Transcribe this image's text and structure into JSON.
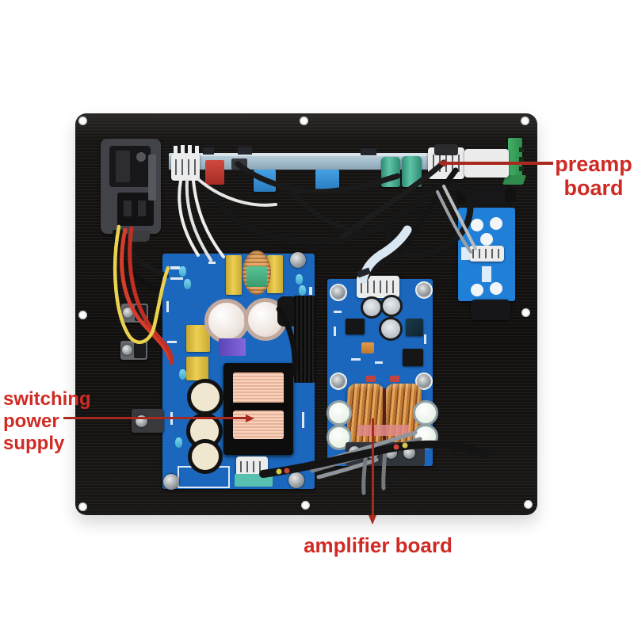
{
  "annotations": {
    "preamp": {
      "label": "preamp board"
    },
    "power_supply": {
      "label": "switching power supply"
    },
    "amplifier": {
      "label": "amplifier board"
    }
  },
  "colors": {
    "accent_red": "#cf2b24",
    "annotation_line": "#a8291f",
    "panel_black": "#161412",
    "pcb_blue": "#1a67bd",
    "pcb_blue_bright": "#2080d8",
    "copper": "#d79a52",
    "background": "#ffffff"
  }
}
